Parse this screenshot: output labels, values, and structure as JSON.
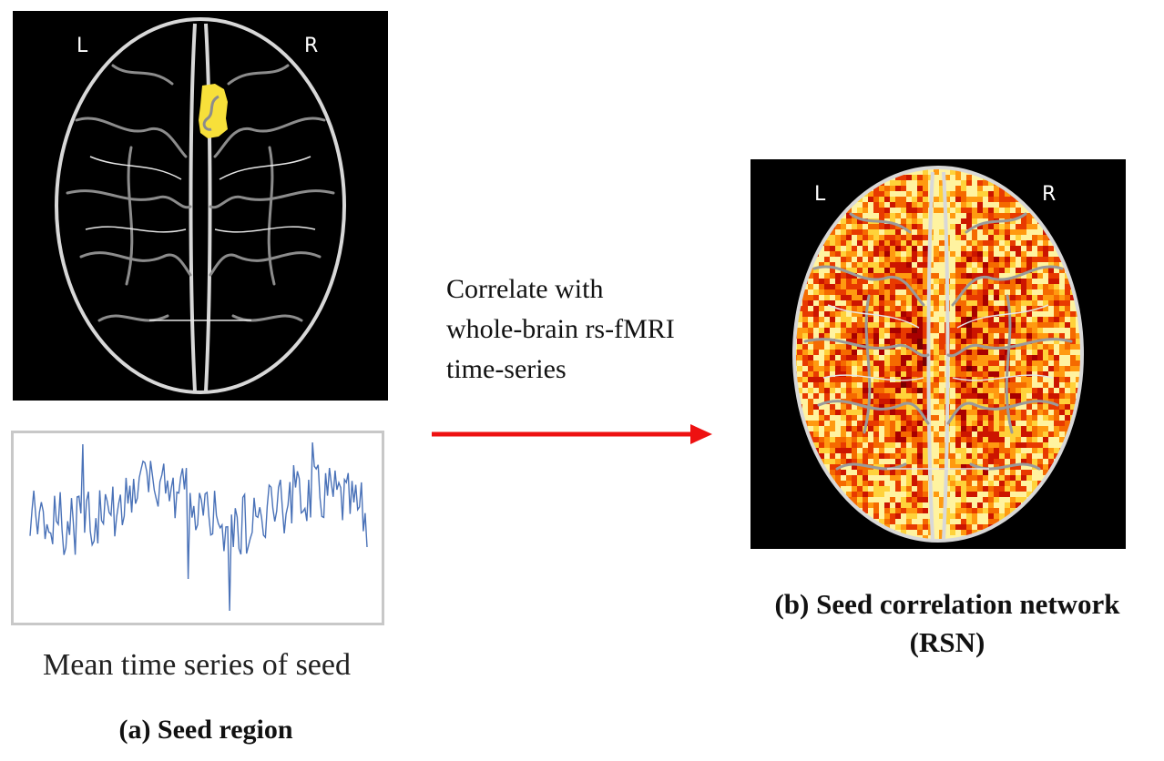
{
  "panel_a": {
    "label_left": "L",
    "label_right": "R",
    "seed_color": "#f7e03a",
    "timeseries_color": "#4a72b8",
    "timeseries_caption": "Mean time series of seed",
    "caption": "(a) Seed region"
  },
  "arrow": {
    "text_lines": [
      "Correlate with",
      "whole-brain rs-fMRI",
      "time-series"
    ],
    "color": "#ee1111"
  },
  "panel_b": {
    "label_left": "L",
    "label_right": "R",
    "caption_lines": [
      "(b) Seed correlation network",
      "(RSN)"
    ]
  }
}
